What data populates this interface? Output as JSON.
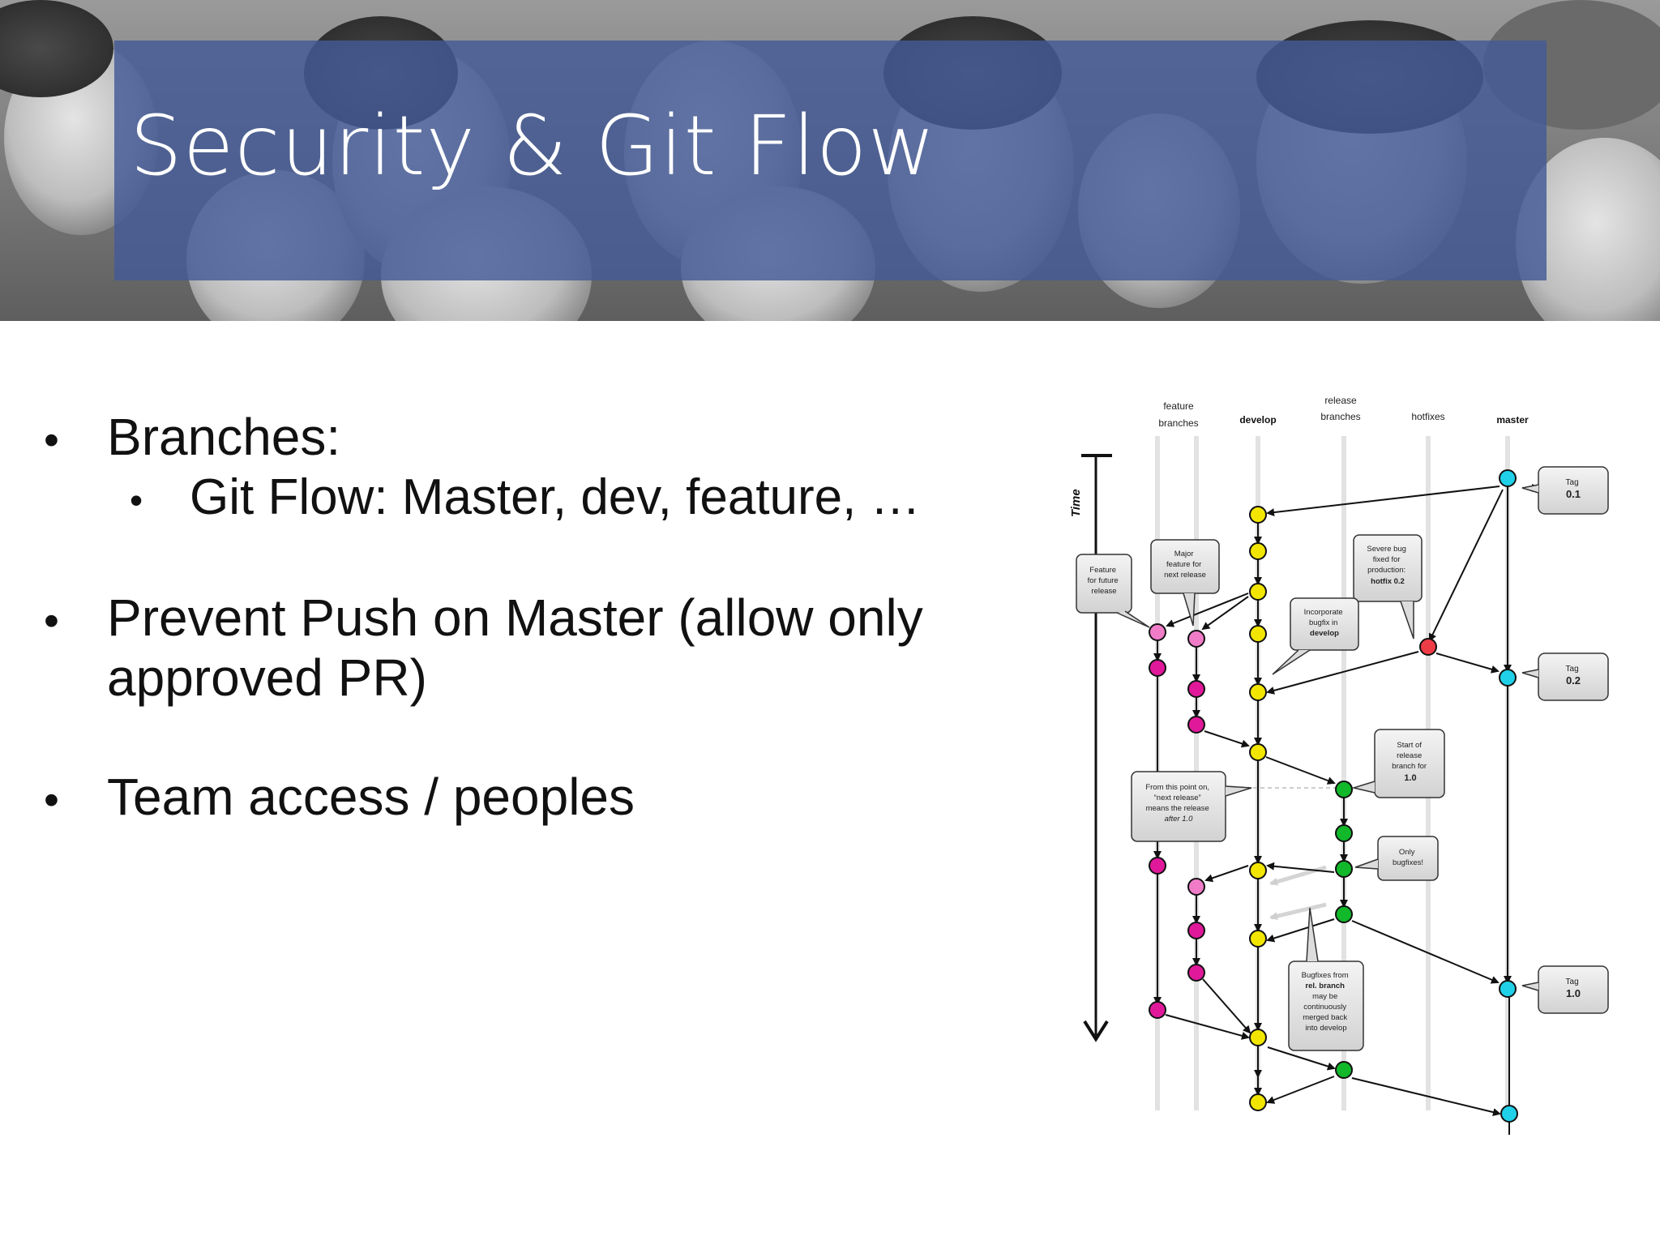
{
  "slide": {
    "title": "Security & Git Flow"
  },
  "bullets": [
    {
      "level": 1,
      "text": "Branches:"
    },
    {
      "level": 2,
      "text": "Git Flow: Master, dev, feature, …"
    },
    {
      "level": 1,
      "text": "Prevent Push on Master (allow only",
      "continuation": "approved PR)"
    },
    {
      "level": 1,
      "text": "Team access / peoples"
    }
  ],
  "diagram": {
    "columns": [
      {
        "line1": "feature",
        "line2": "branches",
        "bold": false
      },
      {
        "line1": "",
        "line2": "develop",
        "bold": true
      },
      {
        "line1": "release",
        "line2": "branches",
        "bold": false
      },
      {
        "line1": "",
        "line2": "hotfixes",
        "bold": false
      },
      {
        "line1": "",
        "line2": "master",
        "bold": true
      }
    ],
    "time_label": "Time",
    "tags": [
      {
        "label": "Tag",
        "version": "0.1"
      },
      {
        "label": "Tag",
        "version": "0.2"
      },
      {
        "label": "Tag",
        "version": "1.0"
      }
    ],
    "callouts": {
      "feature_future": [
        "Feature",
        "for future",
        "release"
      ],
      "major_feature": [
        "Major",
        "feature for",
        "next release"
      ],
      "severe_bug": [
        "Severe bug",
        "fixed for",
        "production:",
        "hotfix 0.2"
      ],
      "incorporate": [
        "Incorporate",
        "bugfix in",
        "develop"
      ],
      "start_release": [
        "Start of",
        "release",
        "branch for",
        "1.0"
      ],
      "from_this_point": [
        "From this point on,",
        "“next release”",
        "means the release",
        "after 1.0"
      ],
      "only_bugfixes": [
        "Only",
        "bugfixes!"
      ],
      "bugfixes_from": [
        "Bugfixes from",
        "rel. branch",
        "may be",
        "continuously",
        "merged back",
        "into develop"
      ]
    },
    "colors": {
      "feature": "#e0189a",
      "feature_light": "#f07cc8",
      "develop": "#f2e600",
      "release": "#10b82a",
      "hotfix": "#ee3c46",
      "master": "#20d0e8"
    }
  }
}
